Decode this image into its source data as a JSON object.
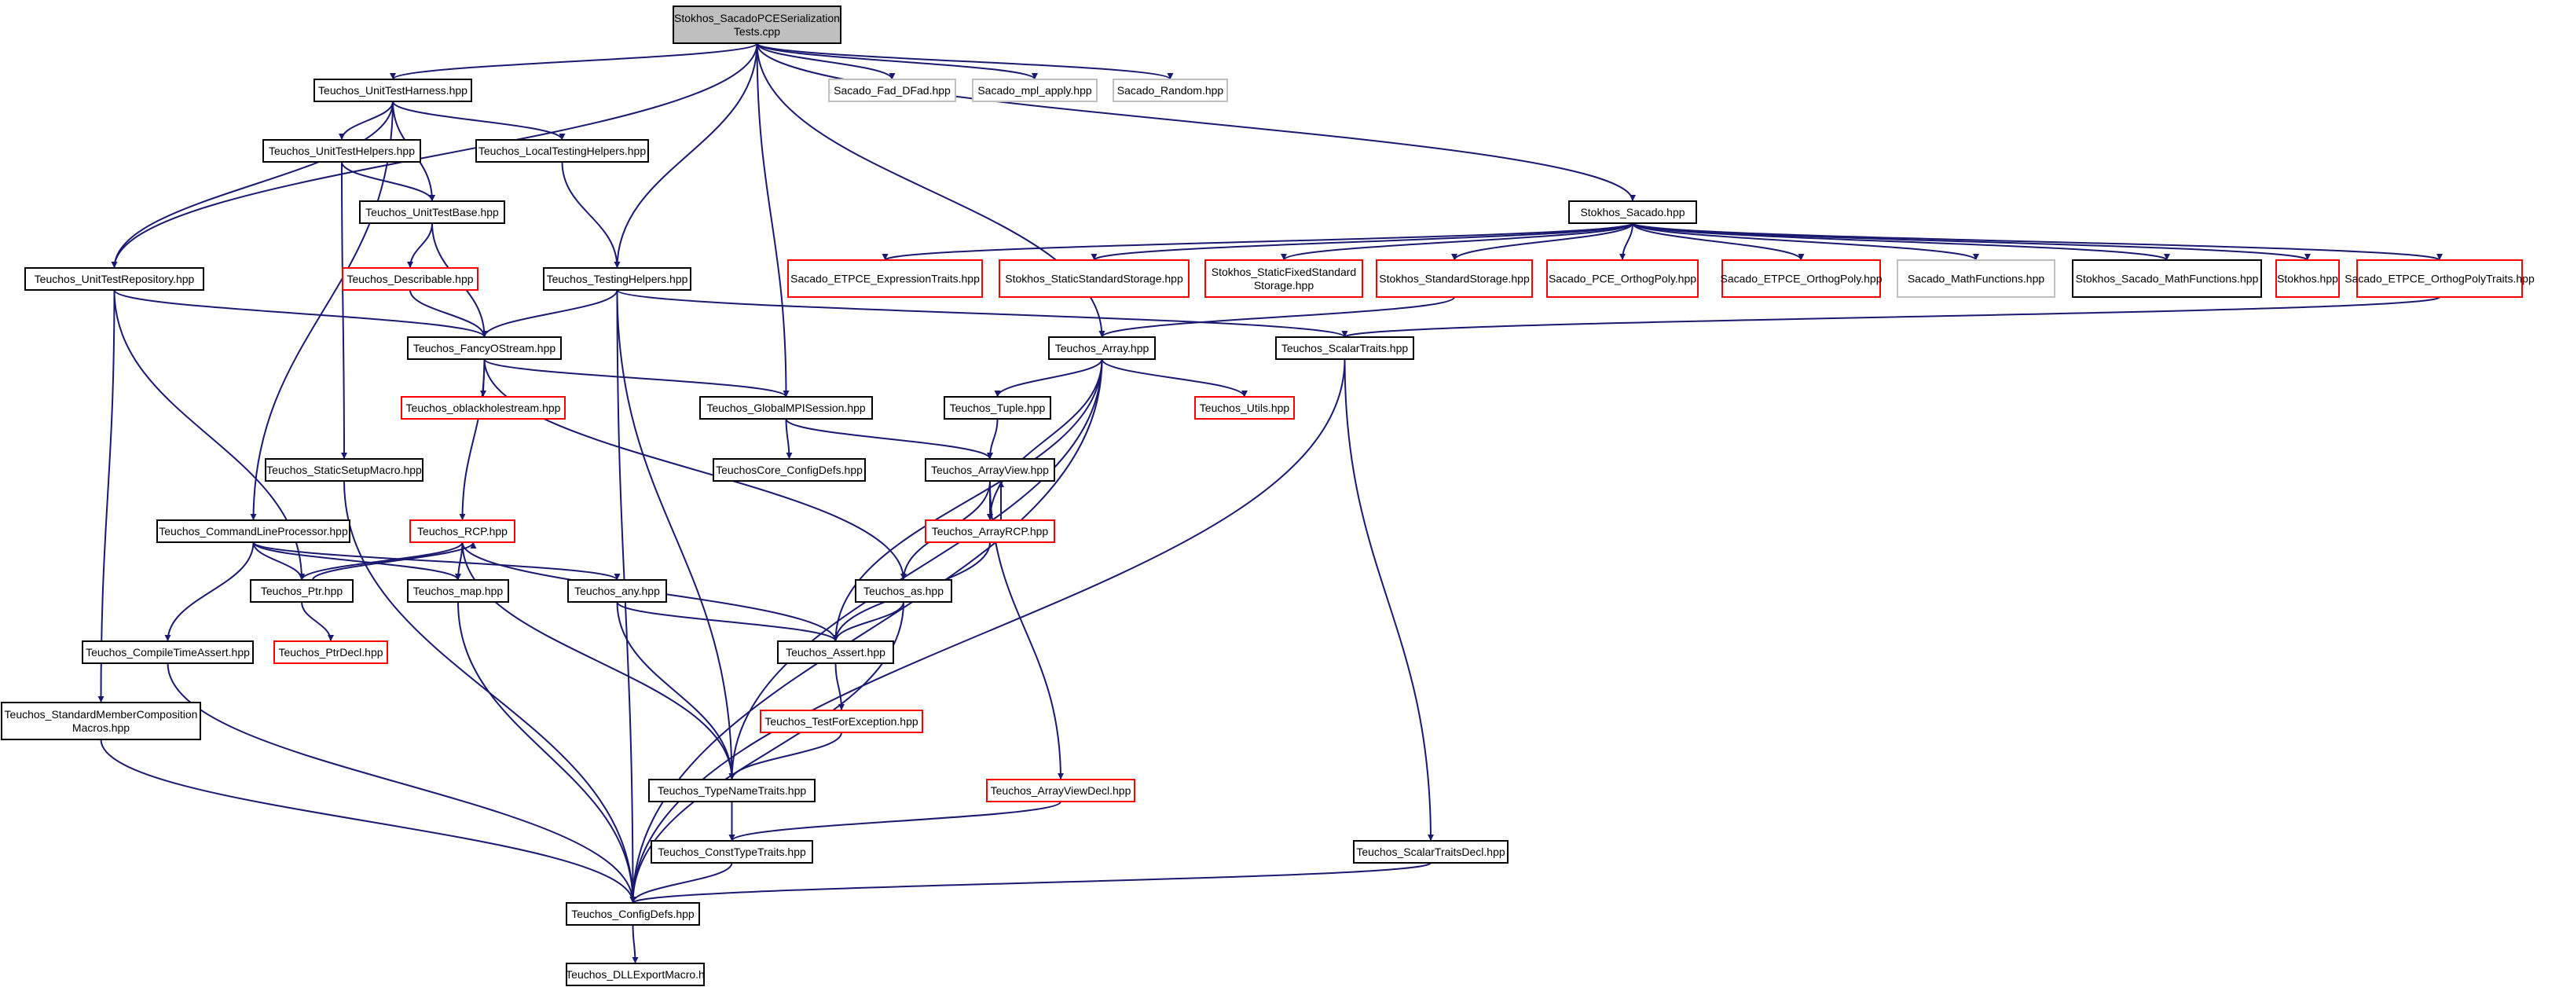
{
  "colors": {
    "edge": "#191970",
    "root_fill": "#bfbfbf",
    "normal_border": "#000000",
    "incomplete_border": "#ff0000",
    "external_border": "#bfbfbf"
  },
  "nodes": [
    {
      "id": "root",
      "lines": [
        "Stokhos_SacadoPCESerialization",
        "Tests.cpp"
      ],
      "style": "root"
    },
    {
      "id": "uth",
      "lines": [
        "Teuchos_UnitTestHarness.hpp"
      ],
      "style": "normal"
    },
    {
      "id": "fad",
      "lines": [
        "Sacado_Fad_DFad.hpp"
      ],
      "style": "external"
    },
    {
      "id": "mpl",
      "lines": [
        "Sacado_mpl_apply.hpp"
      ],
      "style": "external"
    },
    {
      "id": "rand",
      "lines": [
        "Sacado_Random.hpp"
      ],
      "style": "external"
    },
    {
      "id": "helpers",
      "lines": [
        "Teuchos_UnitTestHelpers.hpp"
      ],
      "style": "normal"
    },
    {
      "id": "local",
      "lines": [
        "Teuchos_LocalTestingHelpers.hpp"
      ],
      "style": "normal"
    },
    {
      "id": "base",
      "lines": [
        "Teuchos_UnitTestBase.hpp"
      ],
      "style": "normal"
    },
    {
      "id": "sacado",
      "lines": [
        "Stokhos_Sacado.hpp"
      ],
      "style": "normal"
    },
    {
      "id": "repo",
      "lines": [
        "Teuchos_UnitTestRepository.hpp"
      ],
      "style": "normal"
    },
    {
      "id": "desc",
      "lines": [
        "Teuchos_Describable.hpp"
      ],
      "style": "incomplete"
    },
    {
      "id": "testing",
      "lines": [
        "Teuchos_TestingHelpers.hpp"
      ],
      "style": "normal"
    },
    {
      "id": "etexpr",
      "lines": [
        "Sacado_ETPCE_ExpressionTraits.hpp"
      ],
      "style": "incomplete"
    },
    {
      "id": "sss",
      "lines": [
        "Stokhos_StaticStandardStorage.hpp"
      ],
      "style": "incomplete"
    },
    {
      "id": "sfs",
      "lines": [
        "Stokhos_StaticFixedStandard",
        "Storage.hpp"
      ],
      "style": "incomplete"
    },
    {
      "id": "std",
      "lines": [
        "Stokhos_StandardStorage.hpp"
      ],
      "style": "incomplete"
    },
    {
      "id": "pceortho",
      "lines": [
        "Sacado_PCE_OrthogPoly.hpp"
      ],
      "style": "incomplete"
    },
    {
      "id": "etortho",
      "lines": [
        "Sacado_ETPCE_OrthogPoly.hpp"
      ],
      "style": "incomplete"
    },
    {
      "id": "mathf",
      "lines": [
        "Sacado_MathFunctions.hpp"
      ],
      "style": "external"
    },
    {
      "id": "smathf",
      "lines": [
        "Stokhos_Sacado_MathFunctions.hpp"
      ],
      "style": "normal"
    },
    {
      "id": "stokhos",
      "lines": [
        "Stokhos.hpp"
      ],
      "style": "incomplete"
    },
    {
      "id": "etotraits",
      "lines": [
        "Sacado_ETPCE_OrthogPolyTraits.hpp"
      ],
      "style": "incomplete"
    },
    {
      "id": "fancy",
      "lines": [
        "Teuchos_FancyOStream.hpp"
      ],
      "style": "normal"
    },
    {
      "id": "array",
      "lines": [
        "Teuchos_Array.hpp"
      ],
      "style": "normal"
    },
    {
      "id": "scalar",
      "lines": [
        "Teuchos_ScalarTraits.hpp"
      ],
      "style": "normal"
    },
    {
      "id": "oblack",
      "lines": [
        "Teuchos_oblackholestream.hpp"
      ],
      "style": "incomplete"
    },
    {
      "id": "gmpi",
      "lines": [
        "Teuchos_GlobalMPISession.hpp"
      ],
      "style": "normal"
    },
    {
      "id": "tuple",
      "lines": [
        "Teuchos_Tuple.hpp"
      ],
      "style": "normal"
    },
    {
      "id": "utils",
      "lines": [
        "Teuchos_Utils.hpp"
      ],
      "style": "incomplete"
    },
    {
      "id": "ssm",
      "lines": [
        "Teuchos_StaticSetupMacro.hpp"
      ],
      "style": "normal"
    },
    {
      "id": "corecfg",
      "lines": [
        "TeuchosCore_ConfigDefs.hpp"
      ],
      "style": "normal"
    },
    {
      "id": "aview",
      "lines": [
        "Teuchos_ArrayView.hpp"
      ],
      "style": "normal"
    },
    {
      "id": "clp",
      "lines": [
        "Teuchos_CommandLineProcessor.hpp"
      ],
      "style": "normal"
    },
    {
      "id": "rcp",
      "lines": [
        "Teuchos_RCP.hpp"
      ],
      "style": "incomplete"
    },
    {
      "id": "arcp",
      "lines": [
        "Teuchos_ArrayRCP.hpp"
      ],
      "style": "incomplete"
    },
    {
      "id": "ptr",
      "lines": [
        "Teuchos_Ptr.hpp"
      ],
      "style": "normal"
    },
    {
      "id": "map",
      "lines": [
        "Teuchos_map.hpp"
      ],
      "style": "normal"
    },
    {
      "id": "any",
      "lines": [
        "Teuchos_any.hpp"
      ],
      "style": "normal"
    },
    {
      "id": "as",
      "lines": [
        "Teuchos_as.hpp"
      ],
      "style": "normal"
    },
    {
      "id": "cta",
      "lines": [
        "Teuchos_CompileTimeAssert.hpp"
      ],
      "style": "normal"
    },
    {
      "id": "ptrdecl",
      "lines": [
        "Teuchos_PtrDecl.hpp"
      ],
      "style": "incomplete"
    },
    {
      "id": "assert",
      "lines": [
        "Teuchos_Assert.hpp"
      ],
      "style": "normal"
    },
    {
      "id": "smc",
      "lines": [
        "Teuchos_StandardMemberComposition",
        "Macros.hpp"
      ],
      "style": "normal"
    },
    {
      "id": "tfe",
      "lines": [
        "Teuchos_TestForException.hpp"
      ],
      "style": "incomplete"
    },
    {
      "id": "tnt",
      "lines": [
        "Teuchos_TypeNameTraits.hpp"
      ],
      "style": "normal"
    },
    {
      "id": "avdecl",
      "lines": [
        "Teuchos_ArrayViewDecl.hpp"
      ],
      "style": "incomplete"
    },
    {
      "id": "ctt",
      "lines": [
        "Teuchos_ConstTypeTraits.hpp"
      ],
      "style": "normal"
    },
    {
      "id": "stdecl",
      "lines": [
        "Teuchos_ScalarTraitsDecl.hpp"
      ],
      "style": "normal"
    },
    {
      "id": "cfg",
      "lines": [
        "Teuchos_ConfigDefs.hpp"
      ],
      "style": "normal"
    },
    {
      "id": "dll",
      "lines": [
        "Teuchos_DLLExportMacro.h"
      ],
      "style": "normal"
    }
  ],
  "edges": [
    [
      "root",
      "uth"
    ],
    [
      "root",
      "fad"
    ],
    [
      "root",
      "mpl"
    ],
    [
      "root",
      "rand"
    ],
    [
      "root",
      "repo"
    ],
    [
      "root",
      "testing"
    ],
    [
      "root",
      "gmpi"
    ],
    [
      "root",
      "array"
    ],
    [
      "root",
      "sacado"
    ],
    [
      "uth",
      "helpers"
    ],
    [
      "uth",
      "local"
    ],
    [
      "uth",
      "base"
    ],
    [
      "uth",
      "repo"
    ],
    [
      "uth",
      "clp"
    ],
    [
      "helpers",
      "base"
    ],
    [
      "helpers",
      "ssm"
    ],
    [
      "local",
      "testing"
    ],
    [
      "base",
      "desc"
    ],
    [
      "base",
      "fancy"
    ],
    [
      "desc",
      "fancy"
    ],
    [
      "repo",
      "fancy"
    ],
    [
      "repo",
      "ptr"
    ],
    [
      "repo",
      "smc"
    ],
    [
      "testing",
      "fancy"
    ],
    [
      "testing",
      "scalar"
    ],
    [
      "testing",
      "tnt"
    ],
    [
      "testing",
      "cfg"
    ],
    [
      "sacado",
      "etexpr"
    ],
    [
      "sacado",
      "sss"
    ],
    [
      "sacado",
      "sfs"
    ],
    [
      "sacado",
      "std"
    ],
    [
      "sacado",
      "pceortho"
    ],
    [
      "sacado",
      "etortho"
    ],
    [
      "sacado",
      "mathf"
    ],
    [
      "sacado",
      "smathf"
    ],
    [
      "sacado",
      "stokhos"
    ],
    [
      "sacado",
      "etotraits"
    ],
    [
      "std",
      "array"
    ],
    [
      "etotraits",
      "scalar"
    ],
    [
      "fancy",
      "oblack"
    ],
    [
      "fancy",
      "gmpi"
    ],
    [
      "fancy",
      "rcp"
    ],
    [
      "fancy",
      "as"
    ],
    [
      "gmpi",
      "corecfg"
    ],
    [
      "gmpi",
      "aview"
    ],
    [
      "array",
      "tuple"
    ],
    [
      "array",
      "utils"
    ],
    [
      "array",
      "arcp"
    ],
    [
      "array",
      "assert"
    ],
    [
      "array",
      "tnt"
    ],
    [
      "array",
      "cfg"
    ],
    [
      "tuple",
      "aview"
    ],
    [
      "aview",
      "arcp"
    ],
    [
      "aview",
      "as"
    ],
    [
      "aview",
      "avdecl"
    ],
    [
      "arcp",
      "aview"
    ],
    [
      "arcp",
      "assert"
    ],
    [
      "scalar",
      "stdecl"
    ],
    [
      "scalar",
      "cfg"
    ],
    [
      "ssm",
      "cfg"
    ],
    [
      "clp",
      "ptr"
    ],
    [
      "clp",
      "map"
    ],
    [
      "clp",
      "any"
    ],
    [
      "clp",
      "cta"
    ],
    [
      "rcp",
      "ptr"
    ],
    [
      "rcp",
      "map"
    ],
    [
      "rcp",
      "assert"
    ],
    [
      "rcp",
      "tnt"
    ],
    [
      "ptr",
      "rcp"
    ],
    [
      "ptr",
      "ptrdecl"
    ],
    [
      "map",
      "cfg"
    ],
    [
      "any",
      "assert"
    ],
    [
      "any",
      "tnt"
    ],
    [
      "as",
      "assert"
    ],
    [
      "as",
      "cfg"
    ],
    [
      "cta",
      "cfg"
    ],
    [
      "assert",
      "tfe"
    ],
    [
      "tfe",
      "tnt"
    ],
    [
      "tnt",
      "ctt"
    ],
    [
      "avdecl",
      "ctt"
    ],
    [
      "ctt",
      "cfg"
    ],
    [
      "stdecl",
      "cfg"
    ],
    [
      "smc",
      "cfg"
    ],
    [
      "cfg",
      "dll"
    ]
  ]
}
